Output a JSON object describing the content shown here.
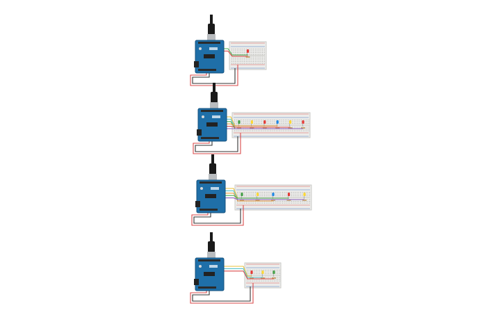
{
  "colors": {
    "background": "#ffffff",
    "arduino_board": "#1f6fa8",
    "arduino_edge": "#14507d",
    "usb_cable": "#1a1a1a",
    "usb_connector": "#b9bcbf",
    "breadboard": "#ececea",
    "breadboard_edge": "#c9c9c6",
    "rail_red": "#d9534f",
    "rail_blue": "#4a7fc0",
    "wire_red": "#d94a4a",
    "wire_black": "#333333",
    "wire_yellow": "#e8c23a",
    "wire_teal": "#58c1c9",
    "wire_green": "#4caf50",
    "wire_orange": "#e89a3a",
    "wire_purple": "#8a5fc0"
  },
  "circuits": [
    {
      "id": "circuit-1",
      "led_colors": [
        "#e53935"
      ],
      "data_wires": [
        "wire_green",
        "wire_red"
      ]
    },
    {
      "id": "circuit-2",
      "led_colors": [
        "#43a047",
        "#fdd835",
        "#e53935",
        "#1e88e5",
        "#fdd835",
        "#e53935"
      ],
      "data_wires": [
        "wire_yellow",
        "wire_teal",
        "wire_green",
        "wire_orange",
        "wire_red",
        "wire_purple"
      ]
    },
    {
      "id": "circuit-3",
      "led_colors": [
        "#43a047",
        "#fdd835",
        "#1e88e5",
        "#e53935",
        "#fdd835"
      ],
      "data_wires": [
        "wire_yellow",
        "wire_teal",
        "wire_orange",
        "wire_green",
        "wire_purple"
      ]
    },
    {
      "id": "circuit-4",
      "led_colors": [
        "#e53935",
        "#fdd835",
        "#43a047"
      ],
      "data_wires": [
        "wire_yellow",
        "wire_teal",
        "wire_red"
      ]
    }
  ]
}
